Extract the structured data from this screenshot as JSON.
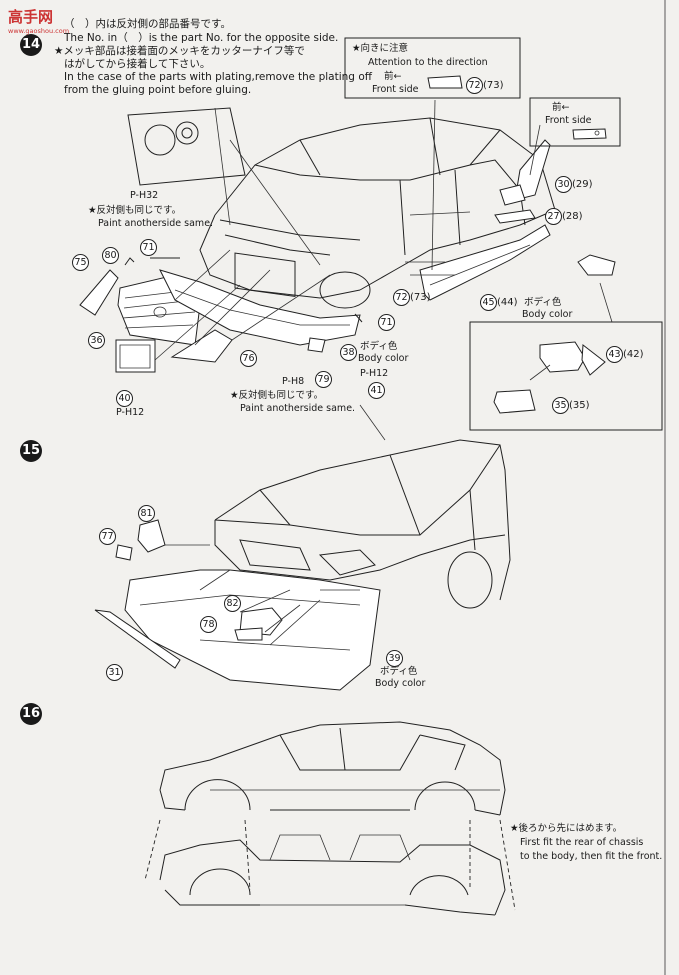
{
  "watermark": {
    "logo": "高手网",
    "url": "www.gaoshou.com"
  },
  "step14": {
    "number": "14",
    "note_jp_1": "（　）内は反対側の部品番号です。",
    "note_en_1": "The No. in（　）is the part No. for the opposite side.",
    "note_jp_2": "★メッキ部品は接着面のメッキをカッターナイフ等で",
    "note_jp_3": "はがしてから接着して下さい。",
    "note_en_2": "In the case of the parts with plating,remove the plating off",
    "note_en_3": "from the gluing point before gluing.",
    "direction_jp": "★向きに注意",
    "direction_en": "Attention to the direction",
    "front_jp": "前←",
    "front_en": "Front side",
    "front2_jp": "前←",
    "front2_en": "Front side",
    "same_jp_1": "★反対側も同じです。",
    "same_en_1": "Paint anotherside same.",
    "same_jp_2": "★反対側も同じです。",
    "same_en_2": "Paint anotherside same.",
    "body_color_jp_1": "ボディ色",
    "body_color_en_1": "Body color",
    "body_color_jp_2": "ボディ色",
    "body_color_en_2": "Body color",
    "paint_refs": [
      "P-H32",
      "P-H8",
      "P-H12",
      "P-H12"
    ],
    "parts": {
      "p72": "72",
      "p72b": "(73)",
      "p72c": "72",
      "p72d": "(73)",
      "p30": "30",
      "p30b": "(29)",
      "p27": "27",
      "p27b": "(28)",
      "p45": "45",
      "p45b": "(44)",
      "p43": "43",
      "p43b": "(42)",
      "p35": "35",
      "p35b": "(35)",
      "p71a": "71",
      "p71b": "71",
      "p80": "80",
      "p75": "75",
      "p36": "36",
      "p76": "76",
      "p38": "38",
      "p79": "79",
      "p40": "40",
      "p41": "41"
    }
  },
  "step15": {
    "number": "15",
    "body_color_jp": "ボディ色",
    "body_color_en": "Body color",
    "parts": {
      "p81": "81",
      "p77": "77",
      "p82": "82",
      "p78": "78",
      "p31": "31",
      "p39": "39"
    }
  },
  "step16": {
    "number": "16",
    "note_jp": "★後ろから先にはめます。",
    "note_en_1": "First fit the rear of chassis",
    "note_en_2": "to the body, then fit the front."
  }
}
